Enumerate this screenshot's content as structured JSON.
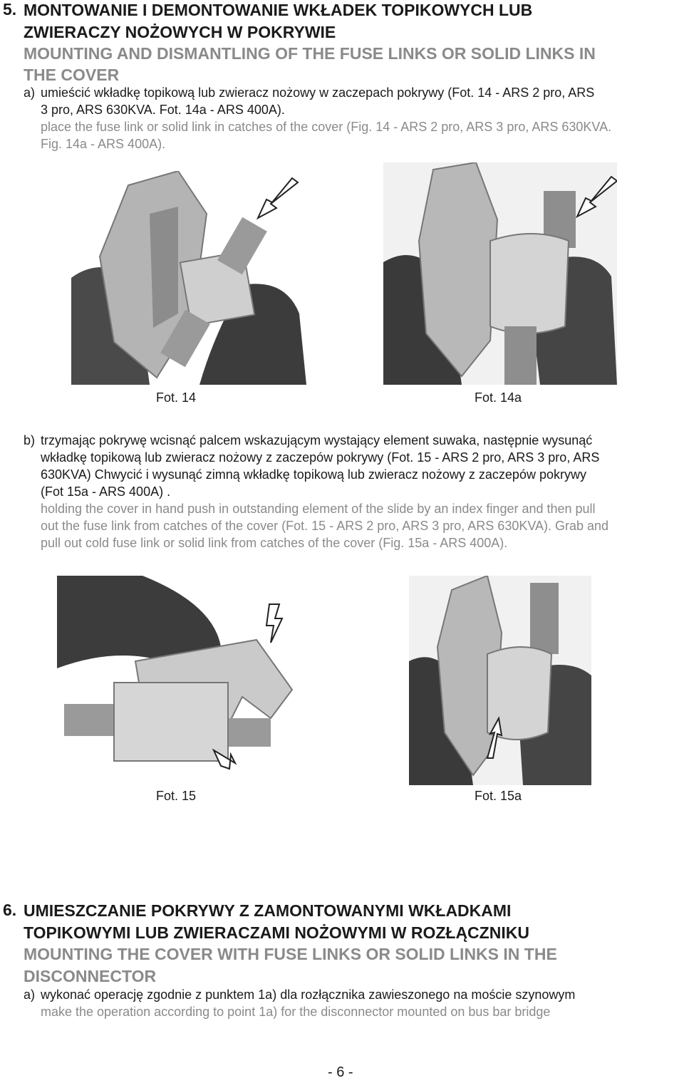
{
  "section5": {
    "number": "5.",
    "title_pl_line1": "MONTOWANIE I DEMONTOWANIE WKŁADEK TOPIKOWYCH LUB",
    "title_pl_line2": "ZWIERACZY NOŻOWYCH W POKRYWIE",
    "title_en_line1": "MOUNTING AND DISMANTLING OF THE FUSE LINKS OR SOLID LINKS IN",
    "title_en_line2": "THE COVER",
    "item_a": {
      "letter": "a)",
      "pl_line1": "umieścić wkładkę topikową lub zwieracz nożowy w zaczepach pokrywy (Fot. 14 - ARS 2 pro, ARS",
      "pl_line2": "3 pro, ARS 630KVA. Fot. 14a - ARS 400A).",
      "en_line1": "place the fuse link or solid link in catches of the cover (Fig. 14 - ARS 2 pro, ARS 3 pro, ARS 630KVA.",
      "en_line2": "Fig. 14a - ARS 400A)."
    },
    "photos_row1": {
      "left_caption": "Fot. 14",
      "right_caption": "Fot. 14a"
    },
    "item_b": {
      "letter": "b)",
      "pl_line1": "trzymając pokrywę wcisnąć palcem wskazującym wystający element suwaka, następnie wysunąć",
      "pl_line2": "wkładkę topikową lub zwieracz nożowy z zaczepów pokrywy (Fot. 15 - ARS 2 pro, ARS 3 pro, ARS",
      "pl_line3": "630KVA) Chwycić i wysunąć zimną wkładkę topikową lub zwieracz nożowy z zaczepów pokrywy",
      "pl_line4": "(Fot 15a - ARS 400A) .",
      "en_line1": "holding the cover in hand push in outstanding element of the slide by an index finger and then pull",
      "en_line2": "out the fuse link from catches of the cover (Fot. 15 - ARS 2 pro, ARS 3 pro, ARS 630KVA). Grab and",
      "en_line3": "pull out cold fuse link or solid link from catches of the cover (Fig. 15a - ARS 400A)."
    },
    "photos_row2": {
      "left_caption": "Fot. 15",
      "right_caption": "Fot. 15a"
    }
  },
  "section6": {
    "number": "6.",
    "title_pl_line1": "UMIESZCZANIE POKRYWY Z ZAMONTOWANYMI WKŁADKAMI",
    "title_pl_line2": "TOPIKOWYMI LUB ZWIERACZAMI NOŻOWYMI W ROZŁĄCZNIKU",
    "title_en_line1": "MOUNTING THE COVER WITH FUSE LINKS OR SOLID LINKS IN THE",
    "title_en_line2": "DISCONNECTOR",
    "item_a": {
      "letter": "a)",
      "pl_line1": "wykonać operację zgodnie z punktem 1a) dla rozłącznika zawieszonego na moście szynowym",
      "en_line1": "make the operation according to point 1a) for the disconnector mounted on bus bar bridge"
    }
  },
  "page_number": "- 6 -"
}
